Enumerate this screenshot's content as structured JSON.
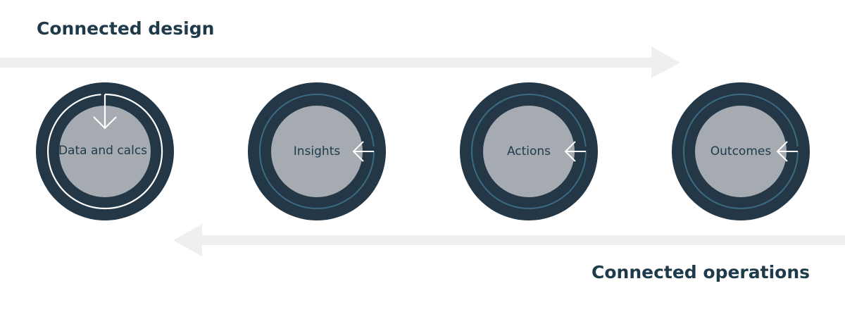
{
  "flows": {
    "top": {
      "label": "Connected design",
      "direction": "right"
    },
    "bottom": {
      "label": "Connected operations",
      "direction": "left"
    }
  },
  "nodes": [
    {
      "label": "Data and calcs"
    },
    {
      "label": "Insights"
    },
    {
      "label": "Actions"
    },
    {
      "label": "Outcomes"
    }
  ],
  "colors": {
    "ring": "#233746",
    "core": "#a6abb1",
    "arc": "#3d6a83",
    "arc_first": "#ffffff",
    "arrow_band": "#eeeff1",
    "text": "#1f3a4a"
  }
}
